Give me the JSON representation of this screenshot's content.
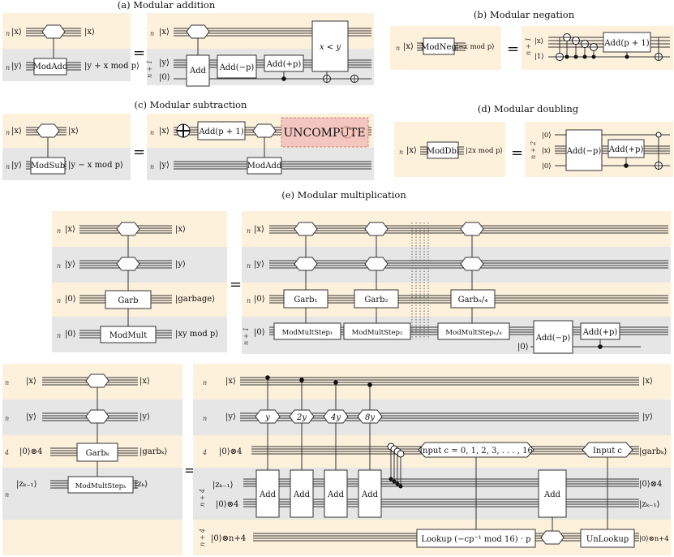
{
  "titles": {
    "a": "(a) Modular addition",
    "b": "(b) Modular negation",
    "c": "(c) Modular subtraction",
    "d": "(d) Modular doubling",
    "e": "(e) Modular multiplication"
  },
  "eq": "=",
  "reg": {
    "n": "n",
    "np1": "n + 1",
    "np2": "n + 2",
    "np4": "n + 4",
    "four": "4"
  },
  "kets": {
    "x": "|x⟩",
    "y": "|y⟩",
    "zero": "|0⟩",
    "one": "|1⟩",
    "y_plus_x": "|y + x mod p⟩",
    "neg_x": "|−x mod p⟩",
    "y_minus_x": "|y − x mod p⟩",
    "two_x": "|2x mod p⟩",
    "garbage": "|garbage⟩",
    "xy": "|xy mod p⟩",
    "zero4": "|0⟩⊗4",
    "zero_n4": "|0⟩⊗n+4",
    "garb_k": "|garbₖ⟩",
    "z_km1": "|zₖ₋₁⟩",
    "z_k": "|zₖ⟩"
  },
  "gates": {
    "modadd": "ModAdd",
    "add": "Add",
    "add_mp": "Add(−p)",
    "add_pp": "Add(+p)",
    "x_lt_y": "x < y",
    "modneg": "ModNeg",
    "add_p1": "Add(p + 1)",
    "modsub": "ModSub",
    "uncompute": "UNCOMPUTE",
    "moddbl": "ModDbl",
    "garb": "Garb",
    "modmult": "ModMult",
    "garb1": "Garb₁",
    "garb2": "Garb₂",
    "garbn4": "Garbₙ/₄",
    "mms1": "ModMultStep₁",
    "mms2": "ModMultStep₂",
    "mmsn4": "ModMultStepₙ/₄",
    "garbk": "Garbₖ",
    "mmsk": "ModMultStepₖ",
    "hy": "y",
    "h2y": "2y",
    "h4y": "4y",
    "h8y": "8y",
    "input_c_range": "Input c = 0, 1, 2, 3, . . . , 16",
    "input_c": "Input c",
    "lookup": "Lookup (−cp⁻¹ mod 16) · p",
    "unlookup": "UnLookup"
  }
}
